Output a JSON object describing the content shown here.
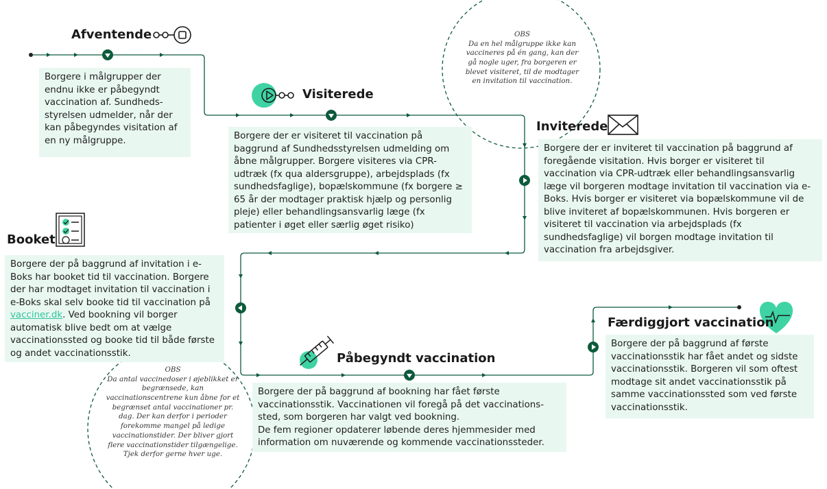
{
  "stages": {
    "afventende": {
      "title": "Afventende",
      "text": "Borgere i målgrupper der endnu ikke er påbegyndt vaccination af. Sundheds-styrelsen udmelder, når der kan påbegyndes visitation af en ny målgruppe."
    },
    "visiterede": {
      "title": "Visiterede",
      "text": "Borgere der er visiteret til vaccination på baggrund af Sundhedsstyrelsen udmelding om åbne målgrupper. Borgere visiteres via CPR-udtræk (fx qua aldersgruppe), arbejdsplads (fx sundhedsfaglige), bopælskommune  (fx borgere ≥ 65 år der modtager praktisk hjælp og personlig pleje) eller behandlingsansvarlig læge (fx patienter i øget eller særlig øget risiko)"
    },
    "inviterede": {
      "title": "Inviterede",
      "text": "Borgere der er inviteret til vaccination på baggrund af foregående visitation. Hvis borger er visiteret til vaccination via CPR-udtræk eller behandlingsansvarlig læge vil borgeren modtage invitation til vaccination via e-Boks. Hvis borger er visiteret via bopælskommune vil de blive inviteret af bopælskommunen. Hvis borgeren er visiteret til vaccination via arbejdsplads (fx sundhedsfaglige) vil borgen modtage invitation til vaccination fra arbejdsgiver."
    },
    "booket": {
      "title": "Booket",
      "text_before": "Borgere der på baggrund af invitation i e-Boks har booket tid til vaccination. Borgere der har modtaget invitation til vaccination i e-Boks skal selv booke tid til vaccination på ",
      "link": "vacciner.dk",
      "text_after": ". Ved bookning vil borger automatisk blive bedt om at vælge vaccinationssted og booke tid til både første og andet vaccinationsstik."
    },
    "pabegyndt": {
      "title": "Påbegyndt vaccination",
      "text1": "Borgere der på baggrund af bookning har fået første vaccinationsstik. Vaccinationen vil foregå på det vaccinations-sted, som borgeren har valgt ved bookning.",
      "text2": "De fem regioner opdaterer løbende deres hjemmesider med information om nuværende og kommende vaccinationssteder."
    },
    "faerdig": {
      "title": "Færdiggjort vaccination",
      "text": "Borgere der på baggrund af første vaccinationsstik har fået andet og sidste vaccinationsstik. Borgeren vil som oftest modtage sit andet vaccinationsstik på samme vaccinationssted som ved første vaccinationsstik."
    }
  },
  "obs_top": {
    "heading": "OBS",
    "text": "Da en hel målgruppe ikke kan vaccineres på én gang, kan der gå nogle uger, fra borgeren er blevet visiteret, til de modtager en invitation til vaccination."
  },
  "obs_bottom": {
    "heading": "OBS",
    "text": "Da antal vaccinedoser i øjeblikket er begrænsede, kan vaccinationscentrene kun åbne for et begrænset antal vaccinationer pr. dag. Der kan derfor i perioder forekomme mangel på ledige vaccinationstider. Der bliver gjort flere vaccinationstider tilgængelige. Tjek derfor gerne hver uge."
  },
  "colors": {
    "accent_dark": "#0d5a3c",
    "accent_light": "#3fd3a4",
    "box_bg": "#e9f7f1"
  },
  "icons": [
    "waiting-icon",
    "play-icon",
    "envelope-icon",
    "checklist-icon",
    "syringe-icon",
    "heart-pulse-icon"
  ]
}
